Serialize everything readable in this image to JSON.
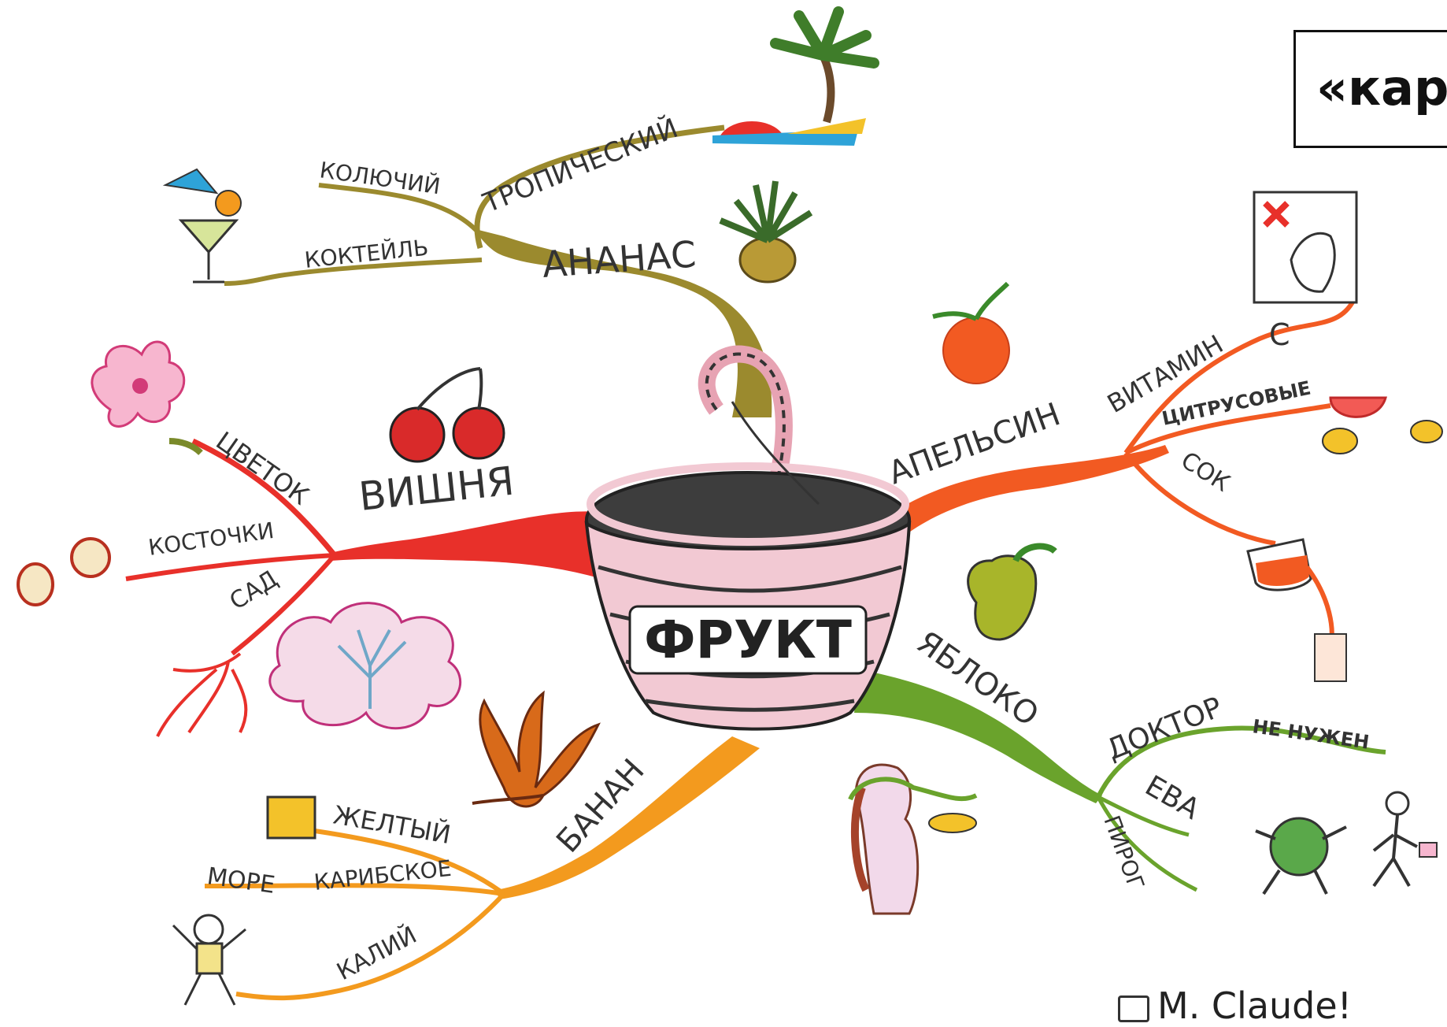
{
  "title": "«кар",
  "credit": "M. Claude!",
  "center": {
    "label": "ФРУКТ"
  },
  "branches": {
    "pineapple": {
      "label": "АНАНАС",
      "color": "#9b8a2e",
      "children": [
        "ТРОПИЧЕСКИЙ",
        "КОЛЮЧИЙ",
        "КОКТЕЙЛЬ"
      ]
    },
    "cherry": {
      "label": "ВИШНЯ",
      "color": "#e8302a",
      "children": [
        "ЦВЕТОК",
        "КОСТОЧКИ",
        "САД"
      ]
    },
    "orange": {
      "label": "АПЕЛЬСИН",
      "color": "#f25a22",
      "children": [
        "ВИТАМИН",
        "С",
        "ЦИТРУСОВЫЕ",
        "СОК"
      ]
    },
    "apple": {
      "label": "ЯБЛОКО",
      "color": "#6aa32c",
      "children": [
        "ДОКТОР",
        "НЕ НУЖЕН",
        "ЕВА",
        "ПИРОГ"
      ]
    },
    "banana": {
      "label": "БАНАН",
      "color": "#f39a1e",
      "children": [
        "ЖЕЛТЫЙ",
        "КАРИБСКОЕ",
        "МОРЕ",
        "КАЛИЙ"
      ]
    }
  },
  "icons": [
    "palm-tree-icon",
    "pineapple-icon",
    "cocktail-icon",
    "cherry-icon",
    "flower-icon",
    "pits-icon",
    "tree-icon",
    "roots-icon",
    "orange-icon",
    "no-cold-icon",
    "citrus-icon",
    "jug-icon",
    "apple-icon",
    "eve-icon",
    "running-apple-icon",
    "doctor-icon",
    "banana-peel-icon",
    "yellow-square-icon",
    "kid-icon"
  ]
}
